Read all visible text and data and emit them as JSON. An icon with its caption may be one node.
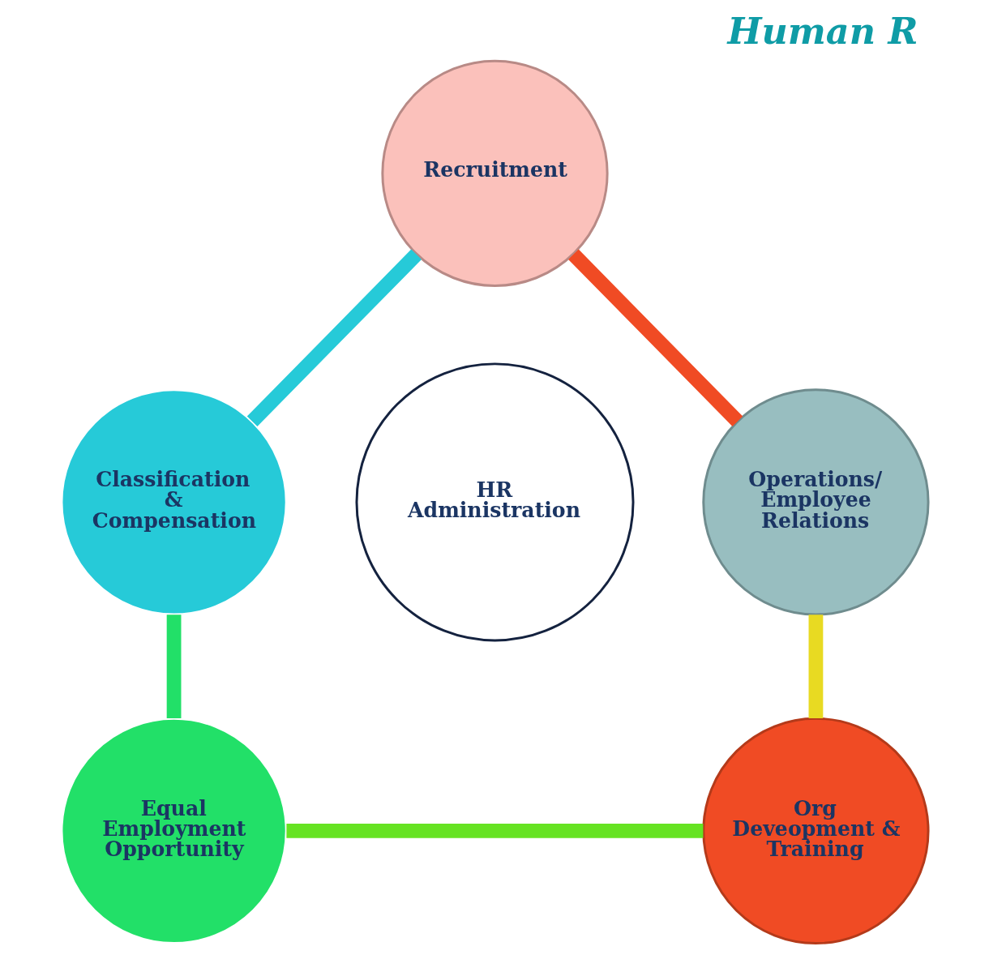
{
  "diagram": {
    "title": "Human R",
    "nodes": [
      {
        "text": [
          "Recruitment"
        ]
      },
      {
        "text": [
          "Classification & Compensation"
        ]
      },
      {
        "text": [
          "HR Administration"
        ]
      },
      {
        "text": [
          "Operations/ Employee Relations"
        ]
      },
      {
        "text": [
          "Equal Employment Opportunity"
        ]
      },
      {
        "text": [
          "Org Deveopment & Training"
        ]
      }
    ],
    "edges": [
      {
        "from": 0,
        "to": 3,
        "arrow": "none",
        "color": "#f04b24"
      },
      {
        "from": 3,
        "to": 5,
        "arrow": "none",
        "color": "#e8da22"
      },
      {
        "from": 5,
        "to": 4,
        "arrow": "none",
        "color": "#66e322"
      },
      {
        "from": 4,
        "to": 1,
        "arrow": "none",
        "color": "#22e068"
      },
      {
        "from": 1,
        "to": 0,
        "arrow": "none",
        "color": "#26cad8"
      }
    ]
  }
}
